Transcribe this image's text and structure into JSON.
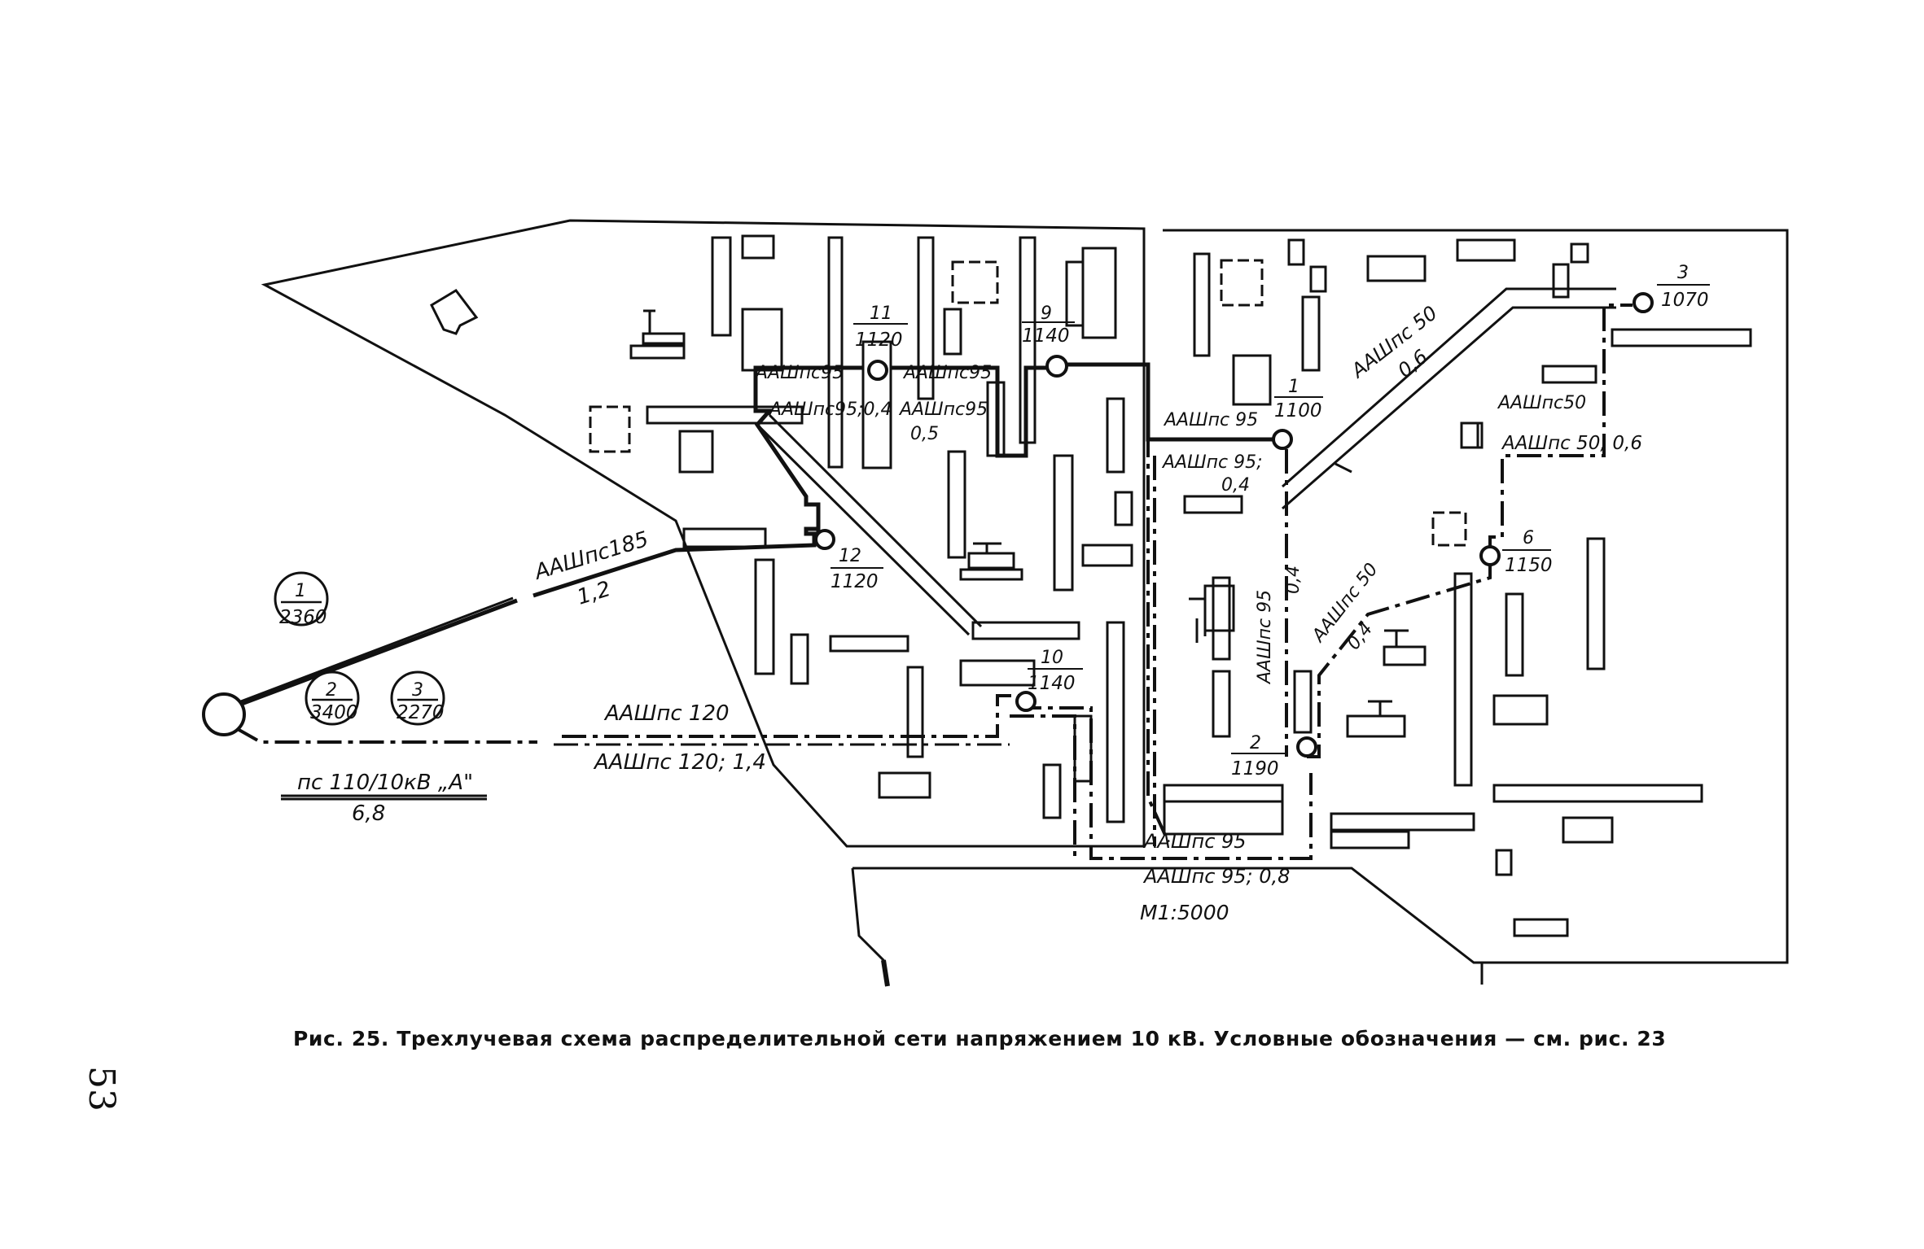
{
  "figure": {
    "caption": "Рис. 25. Трехлучевая схема распределительной сети напряжением 10 кВ. Условные обозначения — см. рис. 23",
    "page_number": "53",
    "scale": "М1:5000"
  },
  "substation": {
    "name": "пс 110/10кВ „А\"",
    "value": "6,8"
  },
  "feeders": [
    {
      "id": "1",
      "load": "2360"
    },
    {
      "id": "2",
      "load": "3400"
    },
    {
      "id": "3",
      "load": "2270"
    }
  ],
  "nodes": [
    {
      "id": "11",
      "load": "1120"
    },
    {
      "id": "9",
      "load": "1140"
    },
    {
      "id": "12",
      "load": "1120"
    },
    {
      "id": "10",
      "load": "1140"
    },
    {
      "id": "1",
      "load": "1100"
    },
    {
      "id": "2",
      "load": "1190"
    },
    {
      "id": "3",
      "load": "1070"
    },
    {
      "id": "6",
      "load": "1150"
    }
  ],
  "cables": {
    "c185": "ААШпс185",
    "c185_len": "1,2",
    "c120": "ААШпс 120",
    "c120_len": "ААШпс 120; 1,4",
    "c95_a": "ААШпс95",
    "c95_b": "ААШпс95",
    "c95_c": "ААШпс95;0,4",
    "c95_d": "ААШпс95",
    "c95_d_len": "0,5",
    "c95_e": "ААШпс 95",
    "c95_f": "ААШпс 95;",
    "c95_f_len": "0,4",
    "c95_g": "ААШпс 95",
    "c95_g_len": "0,4",
    "c50_a": "ААШпс 50",
    "c50_a_len": "0,6",
    "c50_b": "ААШпс50",
    "c50_c": "ААШпс 50; 0,6",
    "c50_d": "ААШпс 50",
    "c50_d_len": "0,4",
    "c95_h": "ААШпс 95",
    "c95_h_len": "ААШпс 95; 0,8"
  }
}
